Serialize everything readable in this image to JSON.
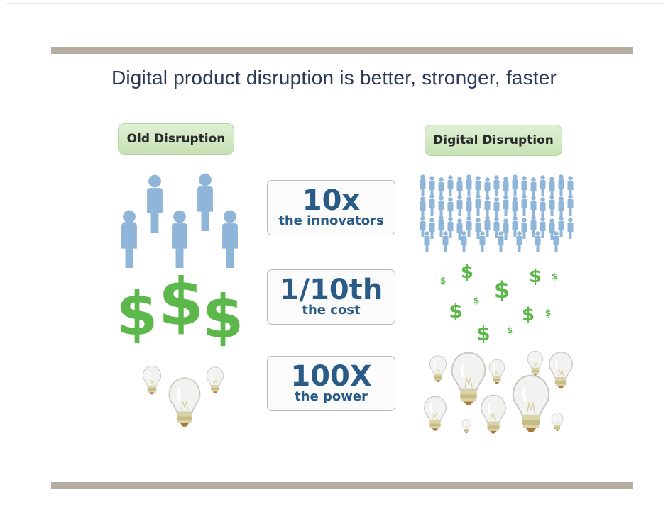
{
  "slide": {
    "title": "Digital product disruption is better, stronger, faster"
  },
  "columns": {
    "old": {
      "label": "Old Disruption"
    },
    "digital": {
      "label": "Digital Disruption"
    }
  },
  "comparisons": [
    {
      "value": "10x",
      "caption": "the innovators"
    },
    {
      "value": "1/10th",
      "caption": "the cost"
    },
    {
      "value": "100X",
      "caption": "the power"
    }
  ],
  "icons": {
    "person": "person-icon",
    "dollar": "dollar-sign-icon",
    "bulb": "lightbulb-icon"
  },
  "dollar_glyph": "$",
  "colors": {
    "rule": "#b5ada2",
    "title": "#2b3a5a",
    "person": "#8fb5d9",
    "dollar": "#5cb84a",
    "stat_text": "#2a5b86",
    "tag_bg": "#d6ebc8"
  }
}
